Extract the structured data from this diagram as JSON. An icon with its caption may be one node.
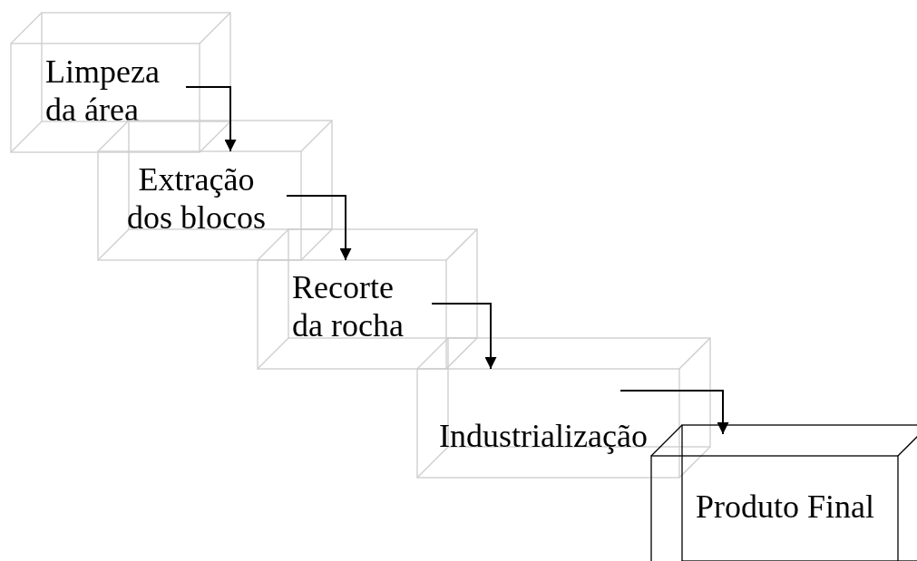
{
  "diagram": {
    "nodes": [
      {
        "text": [
          "Limpeza da área"
        ]
      },
      {
        "text": [
          "Extração dos blocos"
        ]
      },
      {
        "text": [
          "Recorte da rocha"
        ]
      },
      {
        "text": [
          "Industrialização"
        ]
      },
      {
        "text": [
          "Produto Final"
        ]
      }
    ],
    "edges": [
      {
        "from": 0,
        "to": 1,
        "arrow": "to"
      },
      {
        "from": 1,
        "to": 2,
        "arrow": "to"
      },
      {
        "from": 2,
        "to": 3,
        "arrow": "to"
      },
      {
        "from": 3,
        "to": 4,
        "arrow": "to"
      }
    ]
  }
}
